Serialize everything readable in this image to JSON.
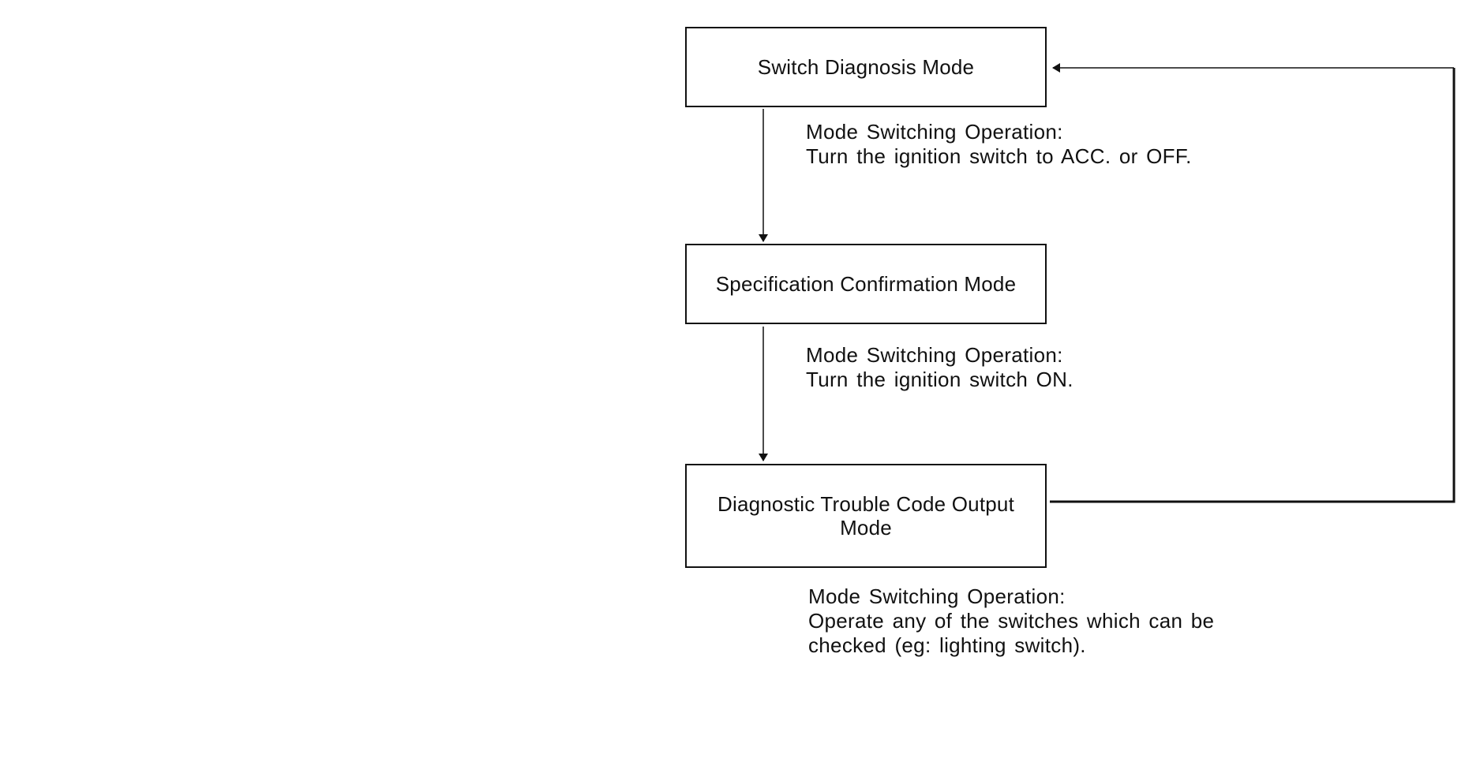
{
  "diagram": {
    "boxes": {
      "switch_diagnosis": "Switch Diagnosis Mode",
      "spec_confirmation": "Specification Confirmation Mode",
      "dtc_output": "Diagnostic Trouble Code Output\nMode"
    },
    "notes": {
      "first": {
        "heading": "Mode Switching Operation:",
        "line1": "Turn the ignition switch to ACC. or OFF."
      },
      "second": {
        "heading": "Mode Switching Operation:",
        "line1": "Turn the ignition switch ON."
      },
      "third": {
        "heading": "Mode Switching Operation:",
        "line1": "Operate any of the switches which can be",
        "line2": "checked (eg: lighting switch)."
      }
    }
  }
}
